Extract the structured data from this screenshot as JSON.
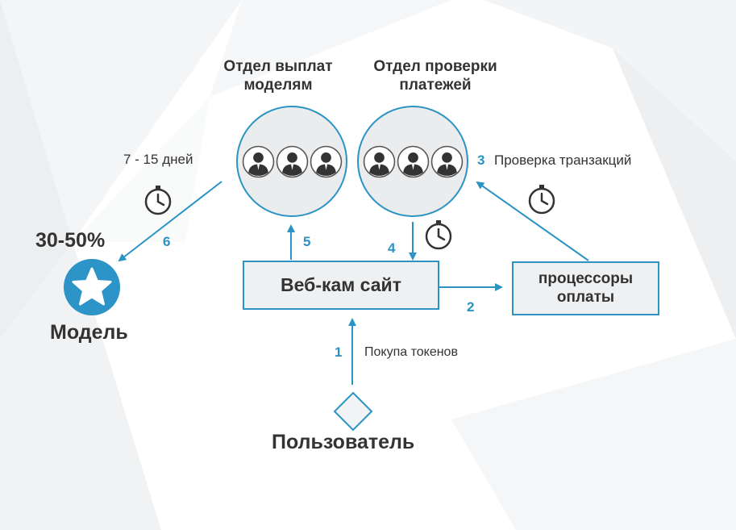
{
  "departments": {
    "payout": {
      "title_line1": "Отдел выплат",
      "title_line2": "моделям"
    },
    "verification": {
      "title_line1": "Отдел проверки",
      "title_line2": "платежей"
    }
  },
  "model": {
    "percent": "30-50%",
    "label": "Модель"
  },
  "website": {
    "label": "Веб-кам сайт"
  },
  "processors": {
    "line1": "процессоры",
    "line2": "оплаты"
  },
  "user": {
    "label": "Пользователь"
  },
  "steps": {
    "s1": {
      "number": "1",
      "text": "Покупа токенов"
    },
    "s2": {
      "number": "2"
    },
    "s3": {
      "number": "3",
      "text": "Проверка транзакций"
    },
    "s4": {
      "number": "4"
    },
    "s5": {
      "number": "5"
    },
    "s6": {
      "number": "6",
      "text": "7 - 15 дней"
    }
  },
  "colors": {
    "accent": "#2b94c5",
    "text": "#333333",
    "box_fill": "#eef0f1"
  },
  "icons": [
    "person-icon",
    "clock-icon",
    "star-icon",
    "diamond-icon"
  ]
}
